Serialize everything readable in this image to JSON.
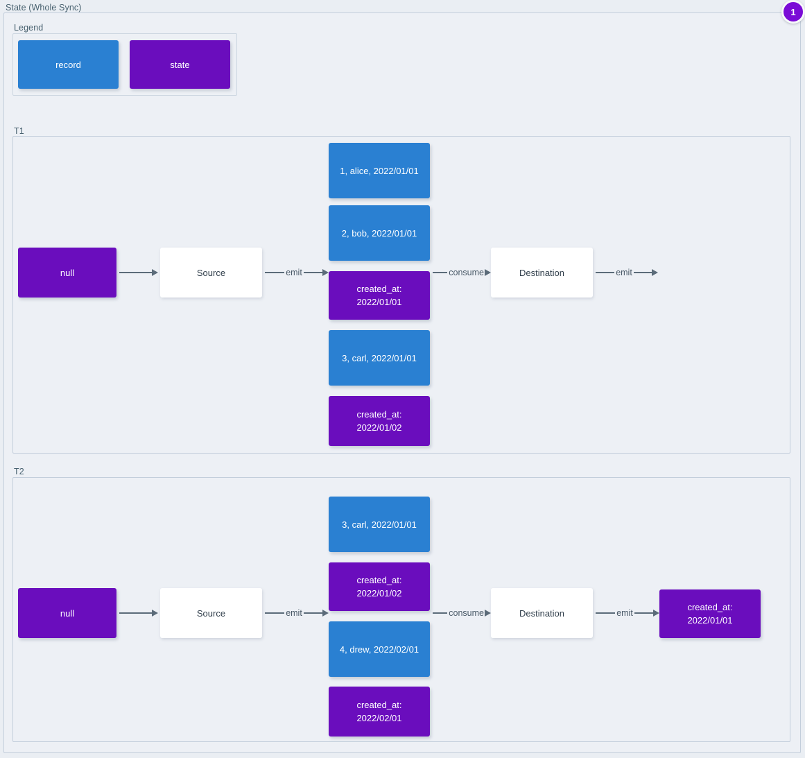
{
  "page": {
    "title": "State (Whole Sync)",
    "badge": "1",
    "colors": {
      "record": "#2a80d2",
      "state": "#6a0dbd",
      "process": "#ffffff",
      "background": "#edf0f5",
      "border": "#c3cedb",
      "arrow": "#5b6b79",
      "badge": "#7a0bd6"
    }
  },
  "legend": {
    "label": "Legend",
    "items": [
      {
        "label": "record",
        "kind": "record"
      },
      {
        "label": "state",
        "kind": "state"
      }
    ]
  },
  "sections": [
    {
      "label": "T1",
      "initial_state": "null",
      "source": "Source",
      "destination": "Destination",
      "arrows": {
        "state_to_source": "",
        "source_emit": "emit",
        "consume": "consume",
        "destination_emit": "emit"
      },
      "stream": [
        {
          "kind": "record",
          "text": "1, alice, 2022/01/01"
        },
        {
          "kind": "record",
          "text": "2, bob, 2022/01/01"
        },
        {
          "kind": "state",
          "text": "created_at:\n2022/01/01"
        },
        {
          "kind": "record",
          "text": "3, carl, 2022/01/01"
        },
        {
          "kind": "state",
          "text": "created_at:\n2022/01/02"
        }
      ],
      "output": null
    },
    {
      "label": "T2",
      "initial_state": "null",
      "source": "Source",
      "destination": "Destination",
      "arrows": {
        "state_to_source": "",
        "source_emit": "emit",
        "consume": "consume",
        "destination_emit": "emit"
      },
      "stream": [
        {
          "kind": "record",
          "text": "3, carl, 2022/01/01"
        },
        {
          "kind": "state",
          "text": "created_at:\n2022/01/02"
        },
        {
          "kind": "record",
          "text": "4, drew, 2022/02/01"
        },
        {
          "kind": "state",
          "text": "created_at:\n2022/02/01"
        }
      ],
      "output": {
        "kind": "state",
        "text": "created_at:\n2022/01/01"
      }
    }
  ]
}
